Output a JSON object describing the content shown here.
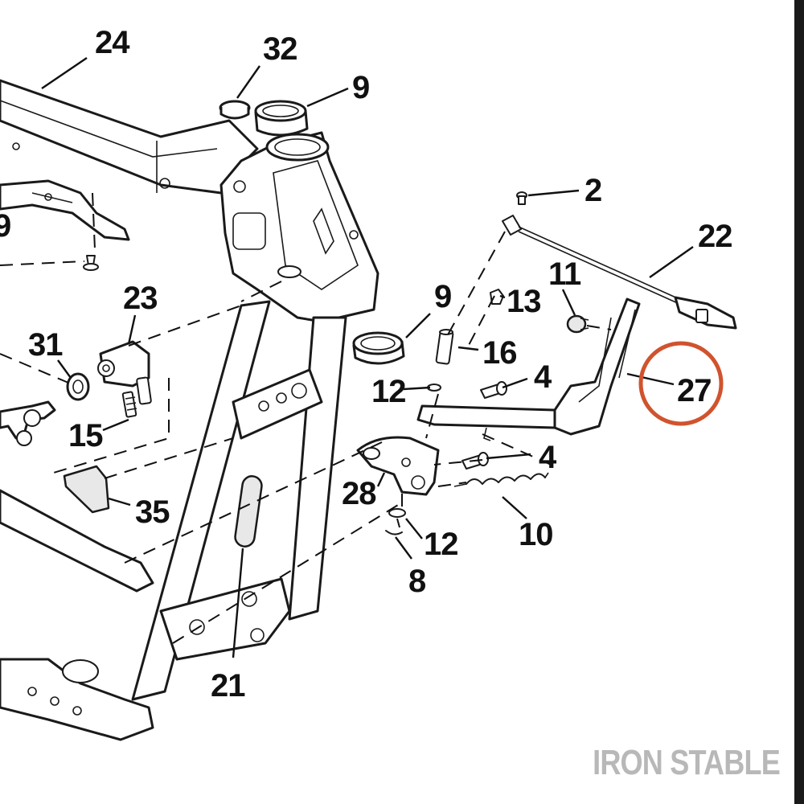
{
  "watermark": "IRON STABLE",
  "highlight_color": "#d0532e",
  "highlighted_callout": "27",
  "callouts": {
    "c24": "24",
    "c32": "32",
    "c9_top": "9",
    "c2": "2",
    "c22": "22",
    "c11": "11",
    "c9_mid": "9",
    "c13": "13",
    "c23": "23",
    "c31": "31",
    "c16": "16",
    "c27": "27",
    "c12_upper": "12",
    "c4_upper": "4",
    "c15": "15",
    "c4_lower": "4",
    "c28": "28",
    "c35": "35",
    "c10": "10",
    "c12_lower": "12",
    "c8": "8",
    "c21": "21",
    "c19_partial": "9"
  }
}
